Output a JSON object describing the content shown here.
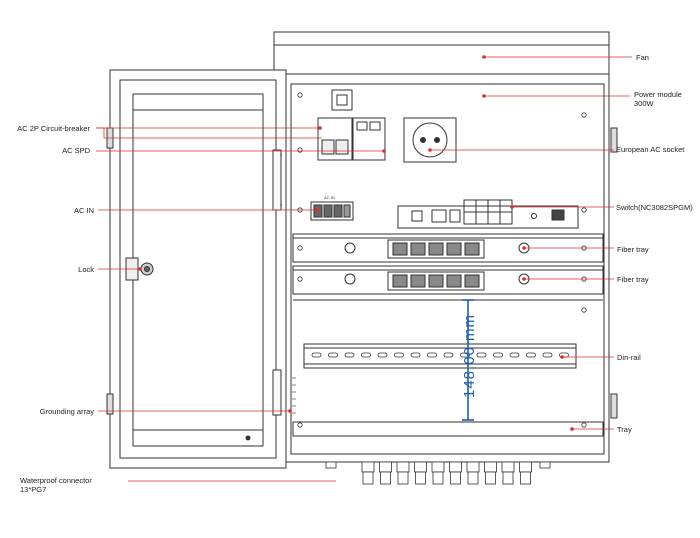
{
  "diagram": {
    "labels_left": [
      {
        "id": "ac-2p-circuit-breaker",
        "lines": [
          "AC 2P Circuit-breaker"
        ]
      },
      {
        "id": "ac-spd",
        "lines": [
          "AC SPD"
        ]
      },
      {
        "id": "ac-in",
        "lines": [
          "AC IN"
        ]
      },
      {
        "id": "lock",
        "lines": [
          "Lock"
        ]
      },
      {
        "id": "grounding-array",
        "lines": [
          "Grounding array"
        ]
      },
      {
        "id": "waterproof-connector",
        "lines": [
          "Waterproof connector",
          "13*PG7"
        ]
      }
    ],
    "labels_right": [
      {
        "id": "fan",
        "lines": [
          "Fan"
        ]
      },
      {
        "id": "power-module",
        "lines": [
          "Power module",
          "300W"
        ]
      },
      {
        "id": "european-ac-socket",
        "lines": [
          "European AC socket"
        ]
      },
      {
        "id": "switch",
        "lines": [
          "Switch(NC3082SPGM)"
        ]
      },
      {
        "id": "fiber-tray-1",
        "lines": [
          "Fiber tray"
        ]
      },
      {
        "id": "fiber-tray-2",
        "lines": [
          "Fiber tray"
        ]
      },
      {
        "id": "din-rail",
        "lines": [
          "Din-rail"
        ]
      },
      {
        "id": "tray",
        "lines": [
          "Tray"
        ]
      }
    ],
    "dimension": "148.00 mm",
    "ac_in_terminal_text": "AC IN",
    "leader_color": "#d9302c",
    "dimension_color": "#1f5fa8",
    "outline_color": "#333333"
  }
}
